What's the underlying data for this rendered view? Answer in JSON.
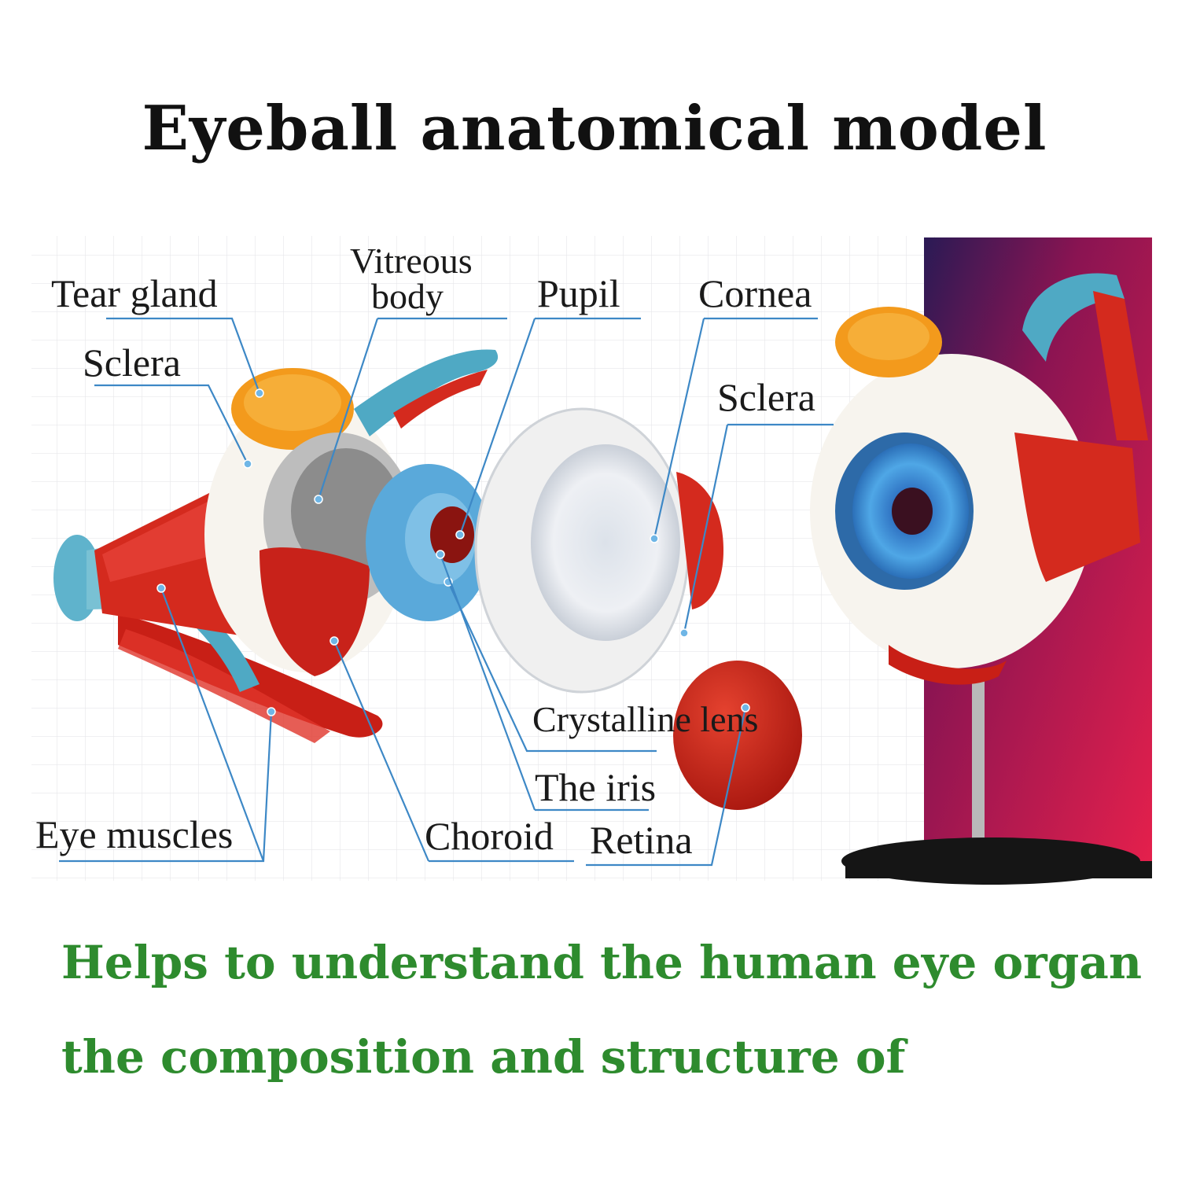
{
  "title": "Eyeball anatomical model",
  "labels": {
    "tear_gland": "Tear gland",
    "sclera_left": "Sclera",
    "vitreous_line1": "Vitreous",
    "vitreous_line2": "body",
    "pupil": "Pupil",
    "cornea": "Cornea",
    "sclera_right": "Sclera",
    "crystalline_lens": "Crystalline lens",
    "the_iris": "The iris",
    "eye_muscles": "Eye muscles",
    "choroid": "Choroid",
    "retina": "Retina"
  },
  "caption": {
    "line1": "Helps to understand the human eye organ",
    "line2": "the composition and structure of"
  },
  "colors": {
    "muscle_red": "#d42a1e",
    "tendon_teal": "#4fa9c4",
    "iris_blue": "#3a8fd4",
    "gland_orange": "#f39a1c",
    "sclera_white": "#f7f4ee",
    "backdrop_magenta": "#c8124a",
    "leader_blue": "#3d88c6",
    "caption_green": "#2e8b2e"
  }
}
